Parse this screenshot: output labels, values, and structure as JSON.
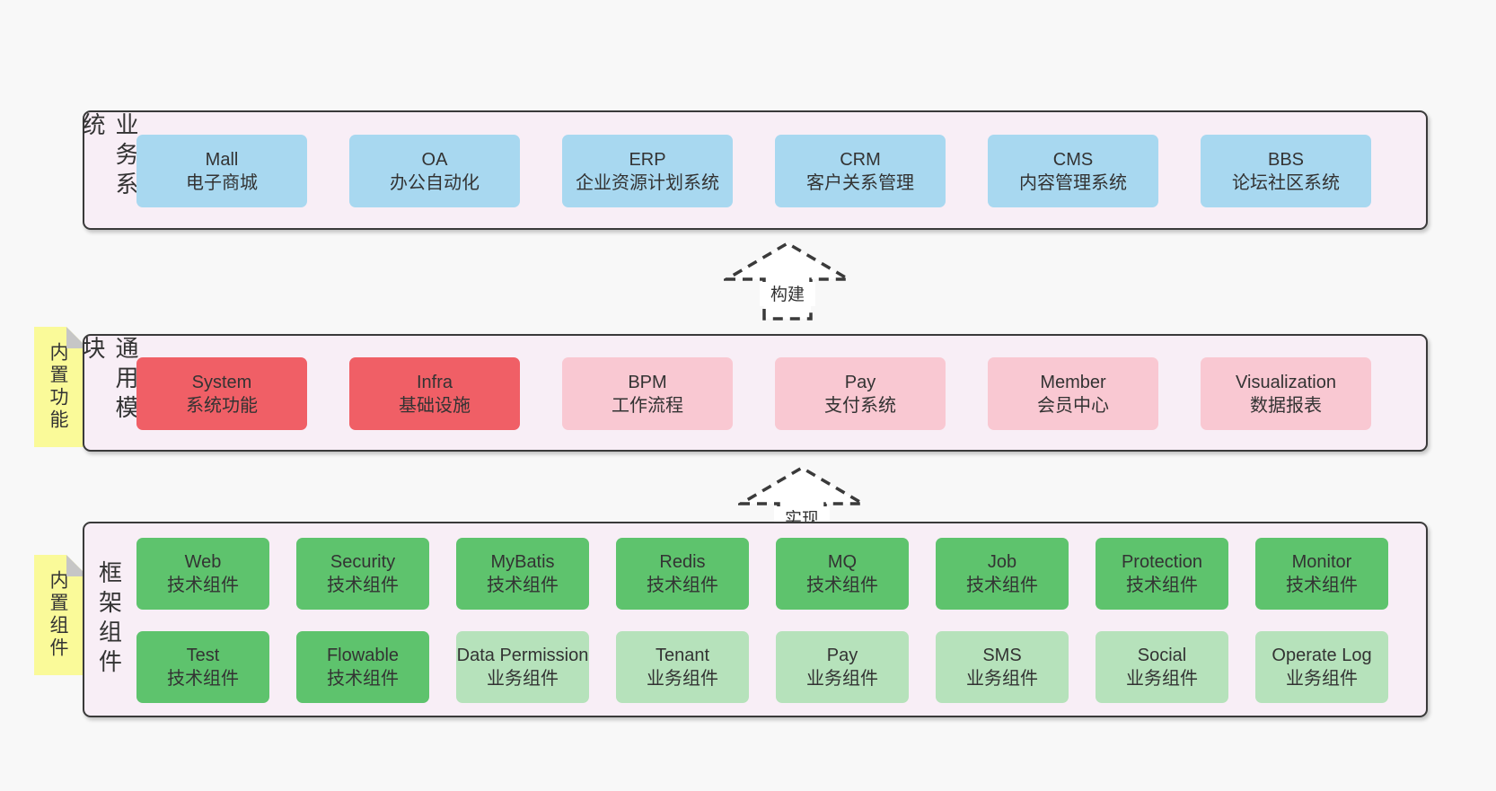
{
  "colors": {
    "page_bg": "#f8f8f8",
    "container_bg": "#f8eef6",
    "container_border": "#3a3a3a",
    "business_box": "#a8d8f0",
    "core_module_box": "#f05f66",
    "module_box": "#f9c8d2",
    "tech_component_box": "#5ec36d",
    "biz_component_box": "#b6e2bb",
    "note_bg": "#fafa99",
    "note_fold": "#c6c6c6",
    "text": "#333333"
  },
  "layers": [
    {
      "id": "business-systems",
      "label": "业务系统",
      "note": null,
      "rows": [
        [
          {
            "name": "Mall",
            "desc": "电子商城",
            "variant": "blue"
          },
          {
            "name": "OA",
            "desc": "办公自动化",
            "variant": "blue"
          },
          {
            "name": "ERP",
            "desc": "企业资源计划系统",
            "variant": "blue"
          },
          {
            "name": "CRM",
            "desc": "客户关系管理",
            "variant": "blue"
          },
          {
            "name": "CMS",
            "desc": "内容管理系统",
            "variant": "blue"
          },
          {
            "name": "BBS",
            "desc": "论坛社区系统",
            "variant": "blue"
          }
        ]
      ]
    },
    {
      "id": "common-modules",
      "label": "通用模块",
      "note": "内置功能",
      "rows": [
        [
          {
            "name": "System",
            "desc": "系统功能",
            "variant": "red"
          },
          {
            "name": "Infra",
            "desc": "基础设施",
            "variant": "red"
          },
          {
            "name": "BPM",
            "desc": "工作流程",
            "variant": "pink"
          },
          {
            "name": "Pay",
            "desc": "支付系统",
            "variant": "pink"
          },
          {
            "name": "Member",
            "desc": "会员中心",
            "variant": "pink"
          },
          {
            "name": "Visualization",
            "desc": "数据报表",
            "variant": "pink"
          }
        ]
      ]
    },
    {
      "id": "framework-components",
      "label": "框架组件",
      "note": "内置组件",
      "rows": [
        [
          {
            "name": "Web",
            "desc": "技术组件",
            "variant": "green"
          },
          {
            "name": "Security",
            "desc": "技术组件",
            "variant": "green"
          },
          {
            "name": "MyBatis",
            "desc": "技术组件",
            "variant": "green"
          },
          {
            "name": "Redis",
            "desc": "技术组件",
            "variant": "green"
          },
          {
            "name": "MQ",
            "desc": "技术组件",
            "variant": "green"
          },
          {
            "name": "Job",
            "desc": "技术组件",
            "variant": "green"
          },
          {
            "name": "Protection",
            "desc": "技术组件",
            "variant": "green"
          },
          {
            "name": "Monitor",
            "desc": "技术组件",
            "variant": "green"
          }
        ],
        [
          {
            "name": "Test",
            "desc": "技术组件",
            "variant": "green"
          },
          {
            "name": "Flowable",
            "desc": "技术组件",
            "variant": "green"
          },
          {
            "name": "Data Permission",
            "desc": "业务组件",
            "variant": "lightgreen"
          },
          {
            "name": "Tenant",
            "desc": "业务组件",
            "variant": "lightgreen"
          },
          {
            "name": "Pay",
            "desc": "业务组件",
            "variant": "lightgreen"
          },
          {
            "name": "SMS",
            "desc": "业务组件",
            "variant": "lightgreen"
          },
          {
            "name": "Social",
            "desc": "业务组件",
            "variant": "lightgreen"
          },
          {
            "name": "Operate Log",
            "desc": "业务组件",
            "variant": "lightgreen"
          }
        ]
      ]
    }
  ],
  "arrows": [
    {
      "label": "构建"
    },
    {
      "label": "实现"
    }
  ]
}
